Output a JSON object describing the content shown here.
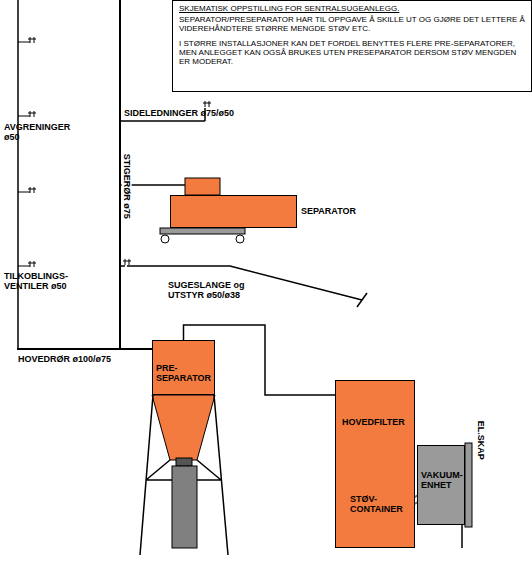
{
  "diagram": {
    "nodes": [
      {
        "text": [
          "SKJEMATISK OPPSTILLING FOR SENTRALSUGEANLEGG.",
          "SEPARATOR/PRESEPARATOR HAR TIL OPPGAVE Å SKILLE UT OG GJØRE DET LETTERE Å VIDEREHÅNDTERE STØRRE MENGDE STØV ETC.",
          "I STØRRE INSTALLASJONER KAN DET FORDEL BENYTTES FLERE PRE-SEPARATORER, MEN ANLEGGET KAN OGSÅ BRUKES UTEN PRESEPARATOR DERSOM STØV MENGDEN ER MODERAT."
        ]
      },
      {
        "text": [
          "SEPARATOR"
        ]
      },
      {
        "text": [
          "PRE-SEPARATOR"
        ]
      },
      {
        "text": [
          "HOVEDFILTER"
        ]
      },
      {
        "text": [
          "STØV-CONTAINER"
        ],
        "in": 3
      },
      {
        "text": [
          "VAKUUM-ENHET"
        ]
      }
    ],
    "edges": [
      {
        "from": 2,
        "to": 3,
        "arrow": "none"
      }
    ],
    "labels": [
      "AVGRENINGER ø50",
      "SIDELEDNINGER ø75/ø50",
      "STIGERØR ø75",
      "TILKOBLINGS-VENTILER ø50",
      "SUGESLANGE og UTSTYR ø50/ø38",
      "HOVEDRØR ø100/ø75",
      "EL.SKAP"
    ]
  }
}
